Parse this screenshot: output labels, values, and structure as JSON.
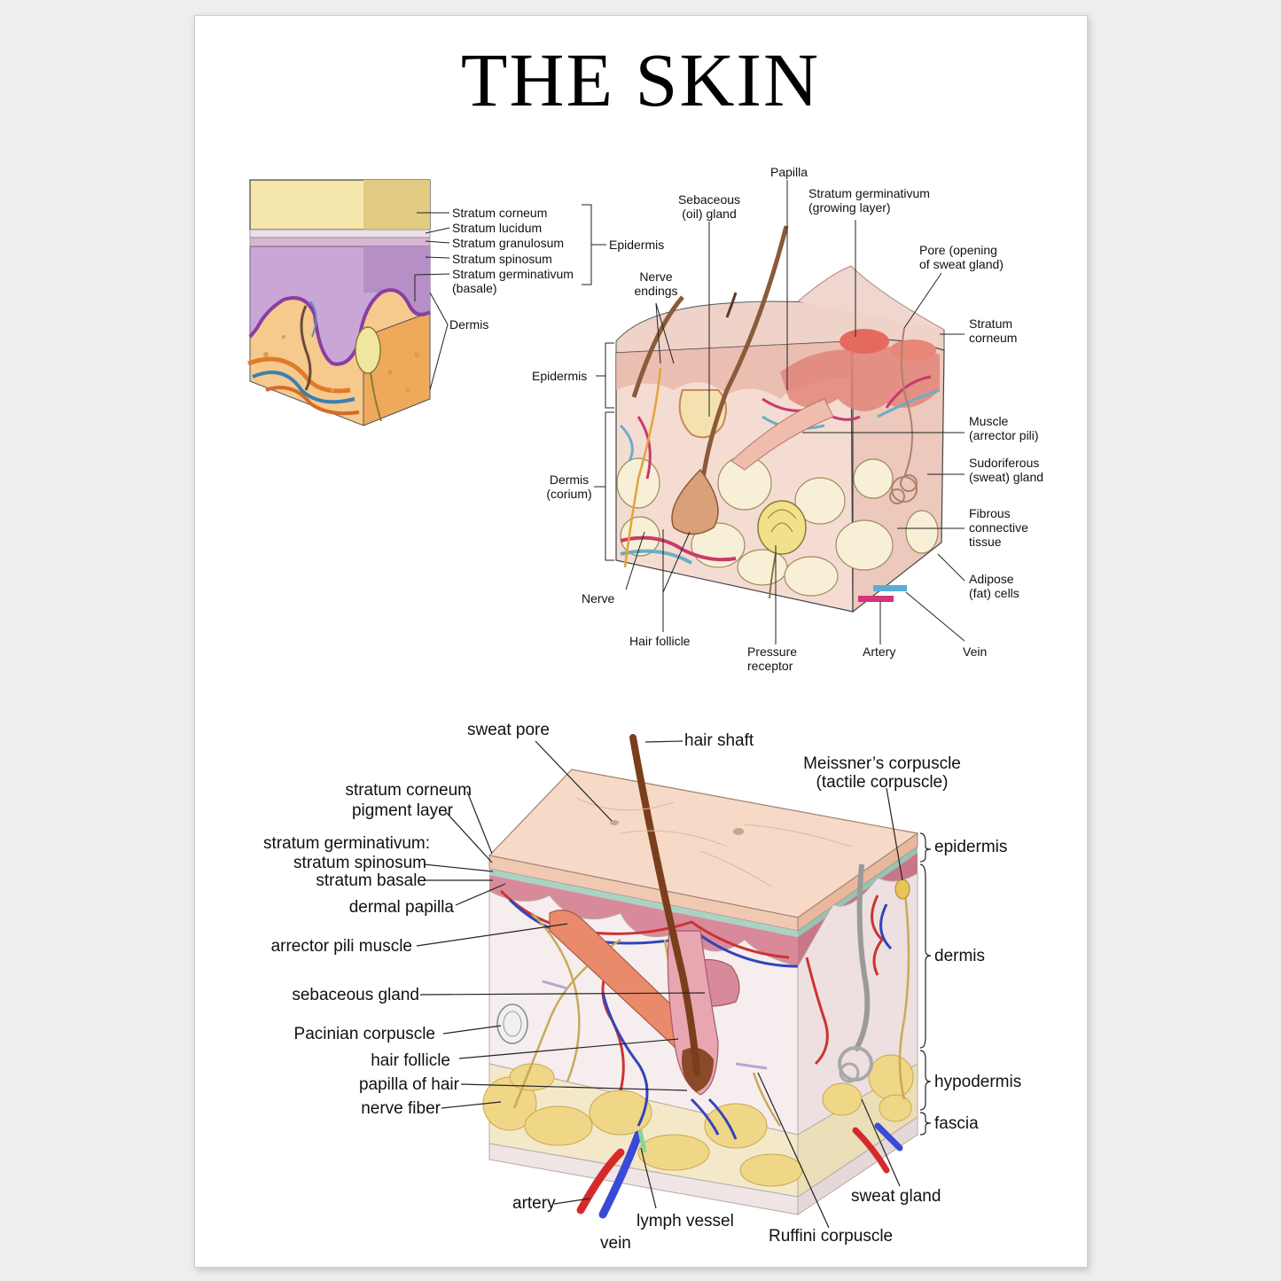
{
  "title": "THE SKIN",
  "fig1": {
    "stratum_corneum": "Stratum corneum",
    "stratum_lucidum": "Stratum lucidum",
    "stratum_granulosum": "Stratum granulosum",
    "stratum_spinosum": "Stratum spinosum",
    "stratum_germinativum": "Stratum germinativum",
    "basale": "(basale)",
    "epidermis": "Epidermis",
    "dermis": "Dermis"
  },
  "fig2": {
    "papilla": "Papilla",
    "germ_1": "Stratum germinativum",
    "germ_2": "(growing layer)",
    "seb_1": "Sebaceous",
    "seb_2": "(oil) gland",
    "pore_1": "Pore (opening",
    "pore_2": "of sweat gland)",
    "nerve_end_1": "Nerve",
    "nerve_end_2": "endings",
    "corneum_1": "Stratum",
    "corneum_2": "corneum",
    "epidermis": "Epidermis",
    "muscle_1": "Muscle",
    "muscle_2": "(arrector pili)",
    "sudo_1": "Sudoriferous",
    "sudo_2": "(sweat) gland",
    "dermis_1": "Dermis",
    "dermis_2": "(corium)",
    "fib_1": "Fibrous",
    "fib_2": "connective",
    "fib_3": "tissue",
    "adipose_1": "Adipose",
    "adipose_2": "(fat) cells",
    "nerve": "Nerve",
    "hair_follicle": "Hair follicle",
    "pressure_1": "Pressure",
    "pressure_2": "receptor",
    "artery": "Artery",
    "vein": "Vein"
  },
  "fig3": {
    "sweat_pore": "sweat pore",
    "hair_shaft": "hair shaft",
    "meissner_1": "Meissner’s corpuscle",
    "meissner_2": "(tactile corpuscle)",
    "stratum_corneum": "stratum corneum",
    "pigment_layer": "pigment layer",
    "germinativum": "stratum germinativum:",
    "spinosum": "stratum spinosum",
    "basale": "stratum basale",
    "dermal_papilla": "dermal papilla",
    "arrector": "arrector pili muscle",
    "sebaceous": "sebaceous gland",
    "pacinian": "Pacinian corpuscle",
    "hair_follicle": "hair follicle",
    "papilla_hair": "papilla of hair",
    "nerve_fiber": "nerve fiber",
    "epidermis": "epidermis",
    "dermis": "dermis",
    "hypodermis": "hypodermis",
    "fascia": "fascia",
    "artery": "artery",
    "vein": "vein",
    "lymph": "lymph vessel",
    "ruffini": "Ruffini corpuscle",
    "sweat_gland": "sweat gland"
  }
}
